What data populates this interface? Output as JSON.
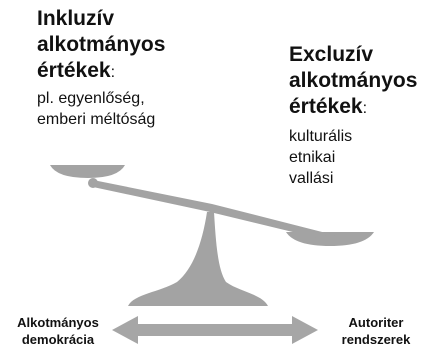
{
  "inclusive": {
    "heading_line1": "Inkluzív",
    "heading_line2": "alkotmányos",
    "heading_line3": "értékek",
    "colon": ":",
    "examples": [
      "pl. egyenlőség,",
      "emberi méltóság"
    ]
  },
  "exclusive": {
    "heading_line1": "Excluzív",
    "heading_line2": "alkotmányos",
    "heading_line3": "értékek",
    "colon": ":",
    "examples": [
      "kulturális",
      "etnikai",
      "vallási"
    ]
  },
  "spectrum": {
    "left_line1": "Alkotmányos",
    "left_line2": "demokrácia",
    "right_line1": "Autoriter",
    "right_line2": "rendszerek"
  },
  "colors": {
    "scale_fill": "#a3a3a3",
    "scale_dark": "#7f7f7f",
    "arrow_fill": "#a6a6a6"
  }
}
